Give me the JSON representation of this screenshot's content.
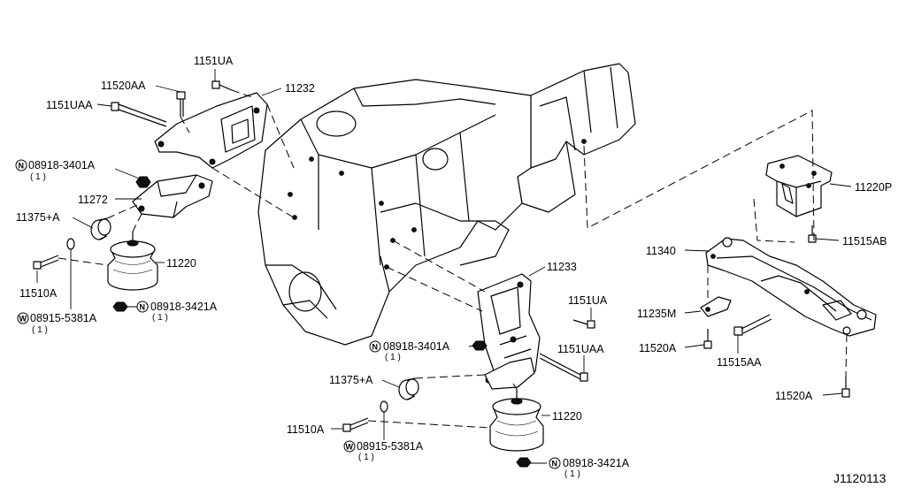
{
  "diagram_id": "J1120113",
  "callouts": {
    "c_1151UA_top": "1151UA",
    "c_11520AA": "11520AA",
    "c_1151UAA_top": "1151UAA",
    "c_11232": "11232",
    "c_N3401A_top": "08918-3401A",
    "c_N3401A_top_qty": "( 1 )",
    "c_11272": "11272",
    "c_11375A_top": "11375+A",
    "c_11220_top": "11220",
    "c_11510A_top": "11510A",
    "c_N3421A_top": "08918-3421A",
    "c_N3421A_top_qty": "( 1 )",
    "c_W5381A_top": "08915-5381A",
    "c_W5381A_top_qty": "( 1 )",
    "c_11233": "11233",
    "c_1151UA_mid": "1151UA",
    "c_N3401A_mid": "08918-3401A",
    "c_N3401A_mid_qty": "( 1 )",
    "c_1151UAA_mid": "1151UAA",
    "c_11375A_bot": "11375+A",
    "c_11220_bot": "11220",
    "c_11510A_bot": "11510A",
    "c_W5381A_bot": "08915-5381A",
    "c_W5381A_bot_qty": "( 1 )",
    "c_N3421A_bot": "08918-3421A",
    "c_N3421A_bot_qty": "( 1 )",
    "c_11220P": "11220P",
    "c_11515AB": "11515AB",
    "c_11340": "11340",
    "c_11235M": "11235M",
    "c_11520A_a": "11520A",
    "c_11515AA": "11515AA",
    "c_11520A_b": "11520A"
  },
  "symbols": {
    "nut": "N",
    "washer": "W"
  }
}
